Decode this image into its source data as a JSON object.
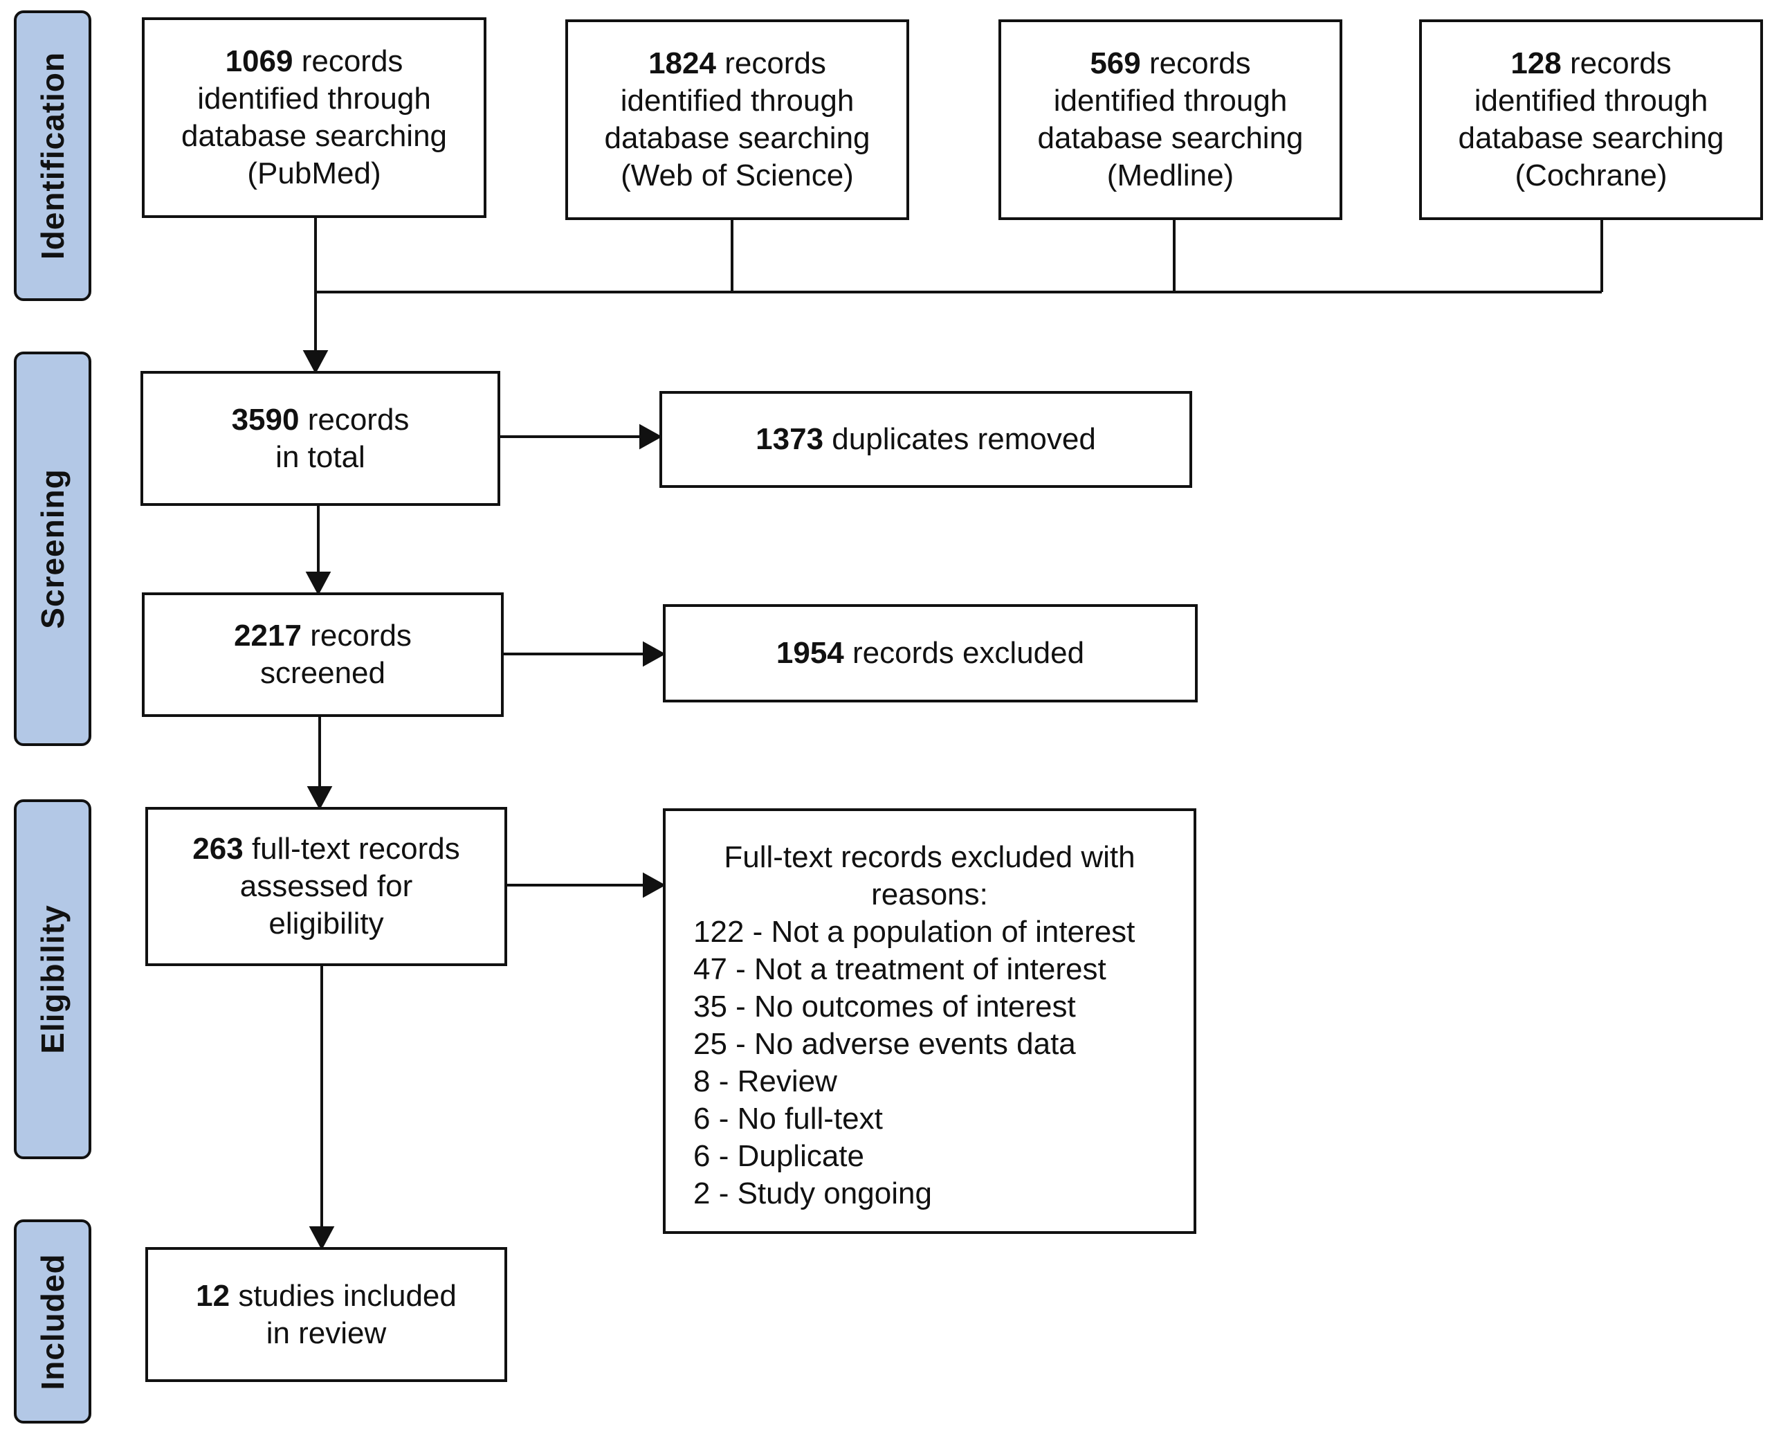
{
  "stages": {
    "identification": "Identification",
    "screening": "Screening",
    "eligibility": "Eligibility",
    "included": "Included"
  },
  "sources": [
    {
      "count": "1069",
      "text1": "records",
      "text2": "identified through",
      "text3": "database searching",
      "text4": "(PubMed)"
    },
    {
      "count": "1824",
      "text1": "records",
      "text2": "identified through",
      "text3": "database searching",
      "text4": "(Web of Science)"
    },
    {
      "count": "569",
      "text1": "records",
      "text2": "identified through",
      "text3": "database searching",
      "text4": "(Medline)"
    },
    {
      "count": "128",
      "text1": "records",
      "text2": "identified through",
      "text3": "database searching",
      "text4": "(Cochrane)"
    }
  ],
  "total": {
    "count": "3590",
    "text1": "records",
    "text2": "in total"
  },
  "duplicates": {
    "count": "1373",
    "text1": "duplicates removed"
  },
  "screened": {
    "count": "2217",
    "text1": "records",
    "text2": "screened"
  },
  "excluded": {
    "count": "1954",
    "text1": "records excluded"
  },
  "fulltext": {
    "count": "263",
    "text1": "full-text records",
    "text2": "assessed for",
    "text3": "eligibility"
  },
  "fulltext_excluded": {
    "heading1": "Full-text records excluded with",
    "heading2": "reasons:",
    "reasons": [
      "122 - Not a population of interest",
      "47 - Not a treatment of interest",
      "35 - No outcomes of interest",
      "25 - No adverse events data",
      "8 - Review",
      "6 - No full-text",
      "6 - Duplicate",
      "2 - Study ongoing"
    ]
  },
  "included": {
    "count": "12",
    "text1": "studies included",
    "text2": "in review"
  }
}
